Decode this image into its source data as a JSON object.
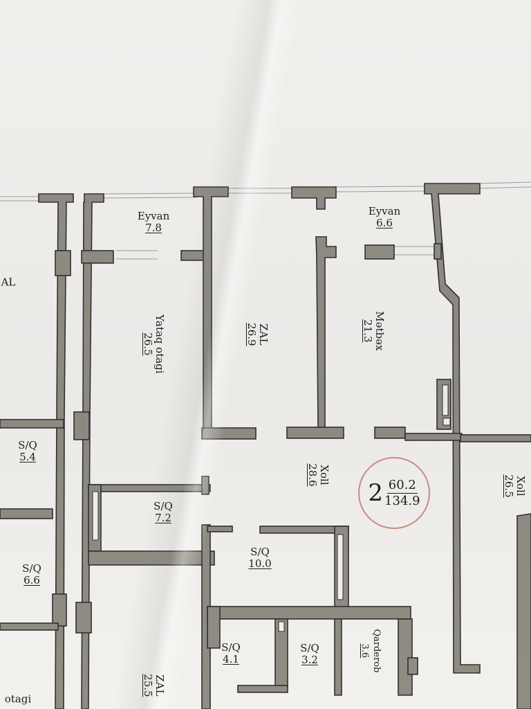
{
  "colors": {
    "wall_fill": "#8d8a80",
    "wall_stroke": "#2a2a2a",
    "badge_ring": "#c98a84"
  },
  "rooms": {
    "eyvan_left": {
      "name": "Eyvan",
      "area": "7.8"
    },
    "eyvan_right": {
      "name": "Eyvan",
      "area": "6.6"
    },
    "yataq": {
      "name": "Yataq otagi",
      "area": "26.5"
    },
    "zal": {
      "name": "ZAL",
      "area": "26.9"
    },
    "metbex": {
      "name": "Mətbəx",
      "area": "21.3"
    },
    "xoll": {
      "name": "Xoll",
      "area": "28.6"
    },
    "sq_72": {
      "name": "S/Q",
      "area": "7.2"
    },
    "sq_100": {
      "name": "S/Q",
      "area": "10.0"
    },
    "sq_54": {
      "name": "S/Q",
      "area": "5.4"
    },
    "sq_66": {
      "name": "S/Q",
      "area": "6.6"
    },
    "sq_32": {
      "name": "S/Q",
      "area": "3.2"
    },
    "sq_cut": {
      "name": "S/Q",
      "area": "4.1"
    },
    "qarderob": {
      "name": "Qarderob",
      "area": "3.6"
    },
    "zal_bottom": {
      "name": "ZAL",
      "area": "25.5"
    },
    "left_cut_zal": {
      "name": "AL"
    },
    "left_cut_otagi": {
      "name": "otagi"
    },
    "right_cut_xoll": {
      "name": "Xoll",
      "area": "26.5"
    }
  },
  "apartment": {
    "number": "2",
    "living_area": "60.2",
    "total_area": "134.9"
  }
}
